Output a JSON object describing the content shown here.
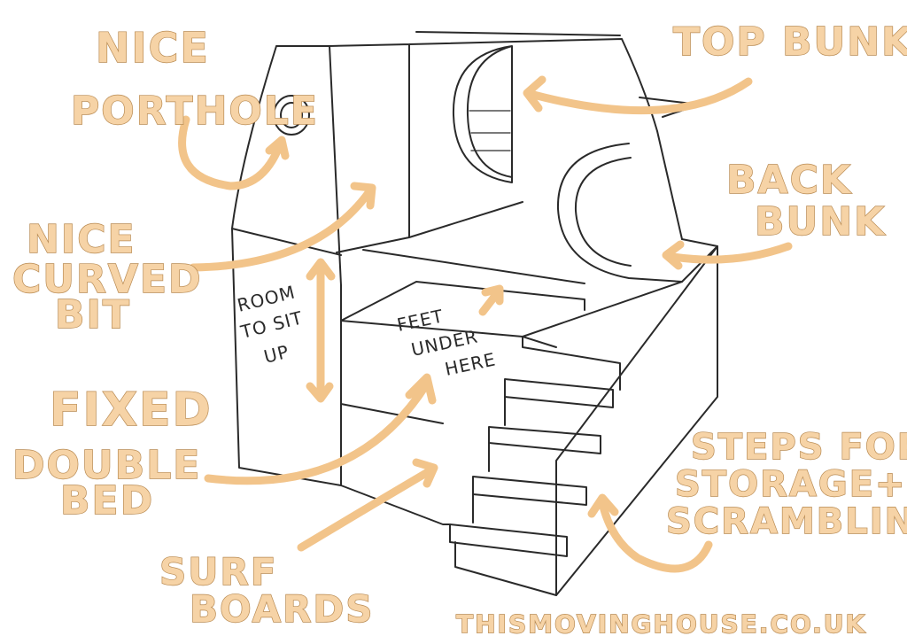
{
  "labels": {
    "nice_porthole_1": "NICE",
    "nice_porthole_2": "PORTHOLE",
    "top_bunk": "TOP BUNK",
    "back_bunk_1": "BACK",
    "back_bunk_2": "BUNK",
    "curved_1": "NICE",
    "curved_2": "CURVED",
    "curved_3": "BIT",
    "fixed_1": "FIXED",
    "fixed_2": "DOUBLE",
    "fixed_3": "BED",
    "surf_1": "SURF",
    "surf_2": "BOARDS",
    "steps_1": "STEPS FOR",
    "steps_2": "STORAGE+",
    "steps_3": "SCRAMBLIN",
    "room_1": "ROOM",
    "room_2": "TO SIT",
    "room_3": "UP",
    "feet_1": "FEET",
    "feet_2": "UNDER",
    "feet_3": "HERE",
    "website": "THISMOVINGHOUSE.CO.UK"
  },
  "colors": {
    "ink": "#2a2a2a",
    "highlight_fill": "#f6d3a6",
    "highlight_edge": "#b88a52",
    "arrow": "#f2c48a"
  }
}
